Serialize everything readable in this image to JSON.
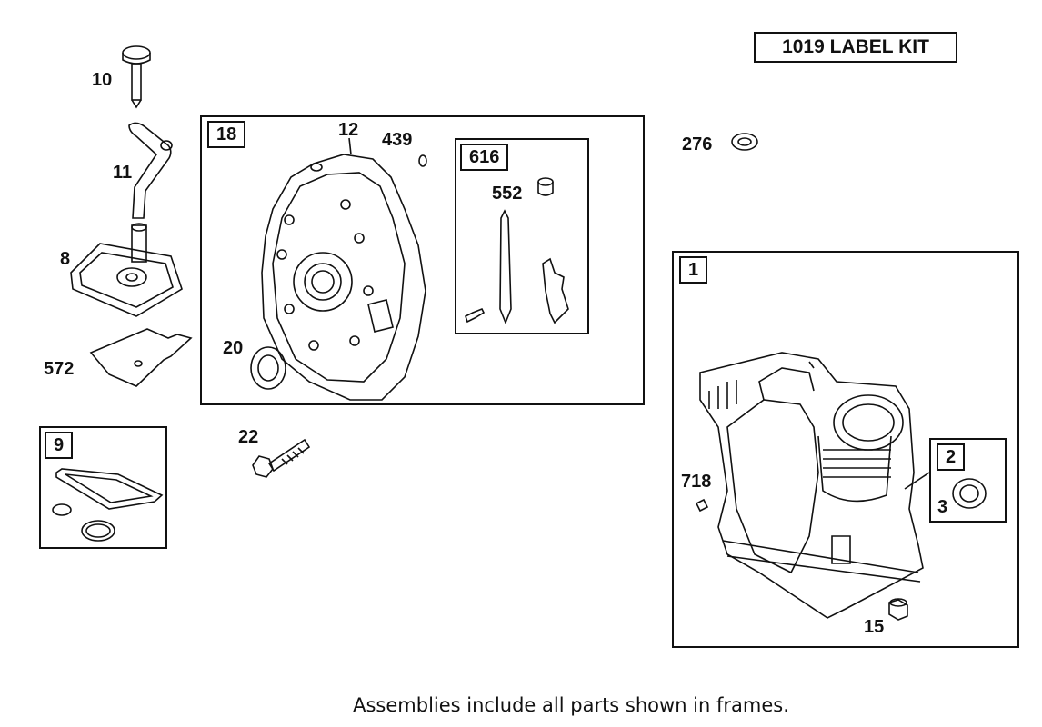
{
  "label_kit": "1019 LABEL KIT",
  "caption": "Assemblies include all parts shown in frames.",
  "frames": {
    "f18": "18",
    "f616": "616",
    "f9": "9",
    "f1": "1",
    "f2": "2"
  },
  "parts": {
    "p10": "10",
    "p11": "11",
    "p8": "8",
    "p572": "572",
    "p12": "12",
    "p439": "439",
    "p552": "552",
    "p20": "20",
    "p22": "22",
    "p276": "276",
    "p718": "718",
    "p3": "3",
    "p15": "15"
  }
}
